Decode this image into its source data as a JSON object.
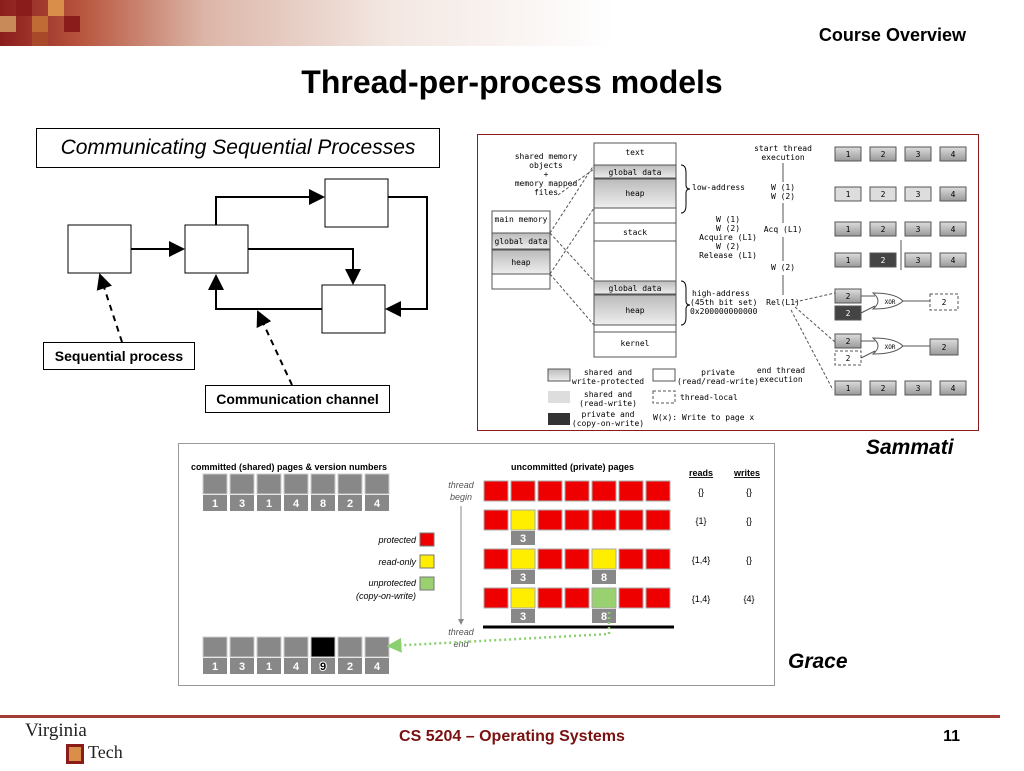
{
  "header": {
    "section": "Course Overview"
  },
  "slide": {
    "title": "Thread-per-process models"
  },
  "csp": {
    "title": "Communicating Sequential Processes",
    "sequential_label": "Sequential process",
    "channel_label": "Communication channel"
  },
  "sammati": {
    "caption": "Sammati",
    "left_text": {
      "l1": "shared memory",
      "l2": "objects",
      "l3": "+",
      "l4": "memory mapped",
      "l5": "files"
    },
    "main_memory": "main memory",
    "global_data": "global data",
    "heap": "heap",
    "column": {
      "text": "text",
      "global_data": "global data",
      "heap": "heap",
      "stack": "stack",
      "global_data2": "global data",
      "heap2": "heap",
      "kernel": "kernel"
    },
    "low_address": "low-address",
    "high_address": {
      "l1": "high-address",
      "l2": "(45th bit set)",
      "l3": "0x200000000000"
    },
    "events": {
      "start": {
        "l1": "start thread",
        "l2": "execution"
      },
      "w1": "W (1)",
      "w2": "W (2)",
      "block": {
        "l1": "W (1)",
        "l2": "W (2)",
        "l3": "Acquire (L1)",
        "l4": "W (2)",
        "l5": "Release (L1)"
      },
      "acq": "Acq (L1)",
      "w2b": "W (2)",
      "rel": "Rel(L1)",
      "end": {
        "l1": "end thread",
        "l2": "execution"
      }
    },
    "pages": [
      "1",
      "2",
      "3",
      "4"
    ],
    "xor": "XOR",
    "legend": {
      "shared_protected": {
        "l1": "shared and",
        "l2": "write-protected"
      },
      "private_rw": {
        "l1": "private",
        "l2": "(read/read-write)"
      },
      "shared_rw": {
        "l1": "shared and",
        "l2": "(read-write)"
      },
      "thread_local": "thread-local",
      "private_cow": {
        "l1": "private and",
        "l2": "(copy-on-write)"
      },
      "write": "W(x): Write to page x"
    }
  },
  "grace": {
    "caption": "Grace",
    "committed_title": "committed (shared) pages & version numbers",
    "uncommitted_title": "uncommitted (private) pages",
    "reads_h": "reads",
    "writes_h": "writes",
    "versions_top": [
      "1",
      "3",
      "1",
      "4",
      "8",
      "2",
      "4"
    ],
    "versions_bottom": [
      "1",
      "3",
      "1",
      "4",
      "9",
      "2",
      "4"
    ],
    "thread_begin": {
      "l1": "thread",
      "l2": "begin"
    },
    "thread_end": {
      "l1": "thread",
      "l2": "end"
    },
    "legend": {
      "protected": "protected",
      "read_only": "read-only",
      "unprotected": {
        "l1": "unprotected",
        "l2": "(copy-on-write)"
      }
    },
    "rows": [
      {
        "reads": "{}",
        "writes": "{}"
      },
      {
        "reads": "{1}",
        "writes": "{}",
        "l3": "3"
      },
      {
        "reads": "{1,4}",
        "writes": "{}",
        "l3": "3",
        "l8": "8"
      },
      {
        "reads": "{1,4}",
        "writes": "{4}",
        "l3": "3",
        "l8": "8"
      }
    ]
  },
  "footer": {
    "course": "CS 5204 – Operating Systems",
    "page": "11",
    "logo": "Virginia Tech"
  }
}
